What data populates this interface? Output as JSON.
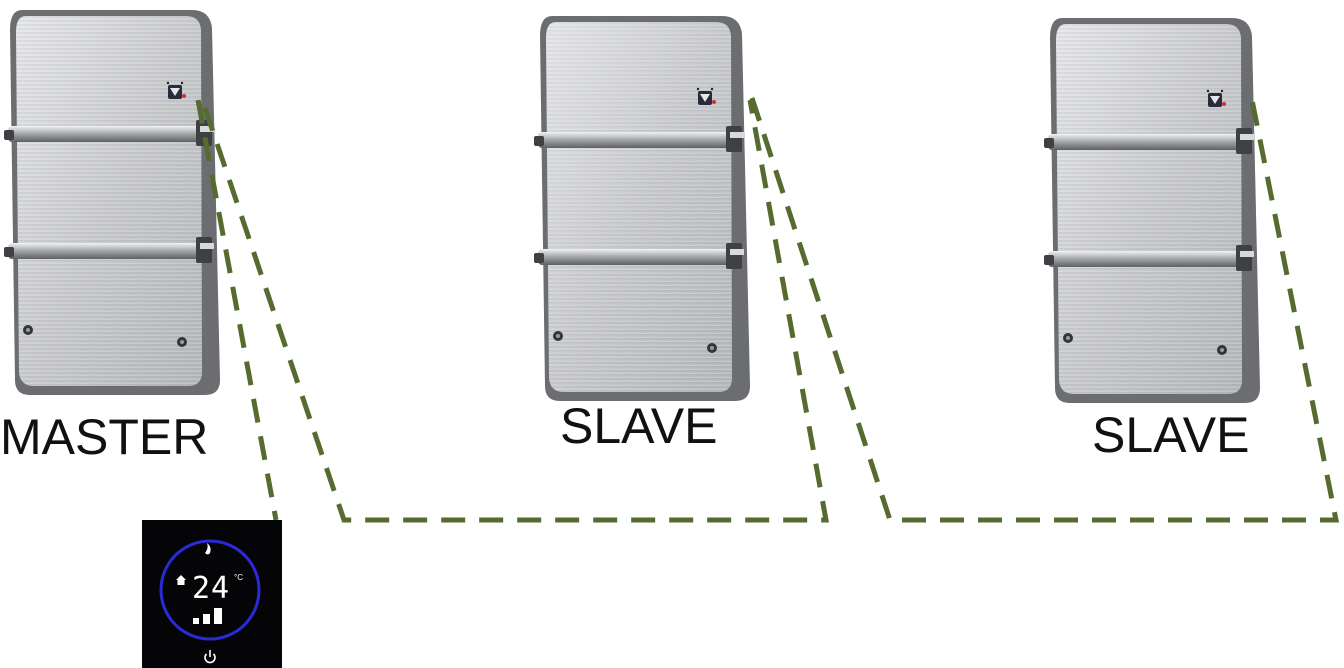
{
  "heaters": [
    {
      "role_label": "MASTER"
    },
    {
      "role_label": "SLAVE"
    },
    {
      "role_label": "SLAVE"
    }
  ],
  "thermostat": {
    "temperature": "24",
    "unit": "°C",
    "icons": [
      "flame-icon",
      "home-icon",
      "signal-bars-icon",
      "power-icon"
    ]
  },
  "colors": {
    "wire": "#556b2f",
    "panel": "#c9cacc",
    "frame": "#6a6c70",
    "bar": "#b9bbbe",
    "thermostat_body": "#050507",
    "thermostat_ring": "#2a2bd6"
  }
}
